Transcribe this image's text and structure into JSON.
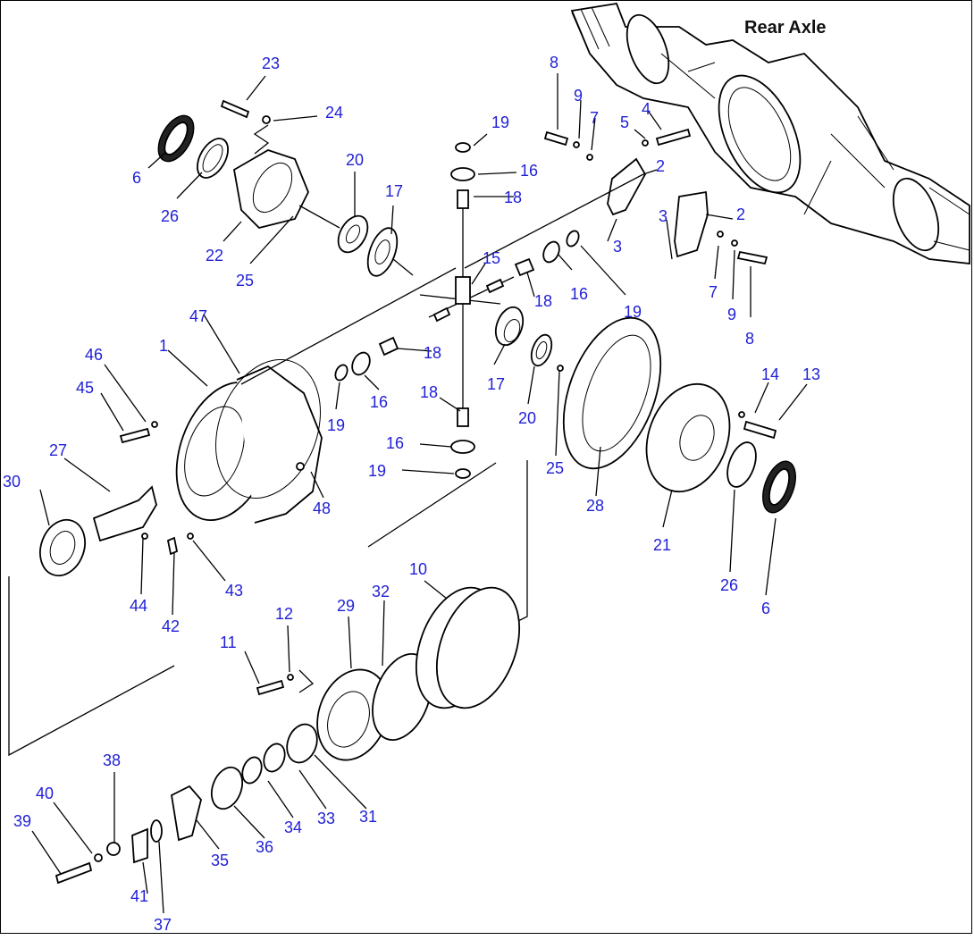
{
  "title": "Rear Axle",
  "colors": {
    "label": "#1f1fd6",
    "line": "#000000",
    "background": "#ffffff"
  },
  "labels": [
    "23",
    "24",
    "6",
    "26",
    "22",
    "25",
    "20",
    "17",
    "19",
    "16",
    "18",
    "8",
    "9",
    "7",
    "5",
    "4",
    "2",
    "3",
    "3",
    "2",
    "7",
    "9",
    "8",
    "15",
    "18",
    "16",
    "19",
    "47",
    "1",
    "46",
    "45",
    "27",
    "30",
    "18",
    "17",
    "20",
    "19",
    "16",
    "18",
    "16",
    "19",
    "25",
    "28",
    "21",
    "14",
    "13",
    "26",
    "6",
    "48",
    "44",
    "42",
    "43",
    "12",
    "11",
    "29",
    "32",
    "10",
    "38",
    "40",
    "39",
    "41",
    "37",
    "35",
    "36",
    "34",
    "33",
    "31"
  ]
}
